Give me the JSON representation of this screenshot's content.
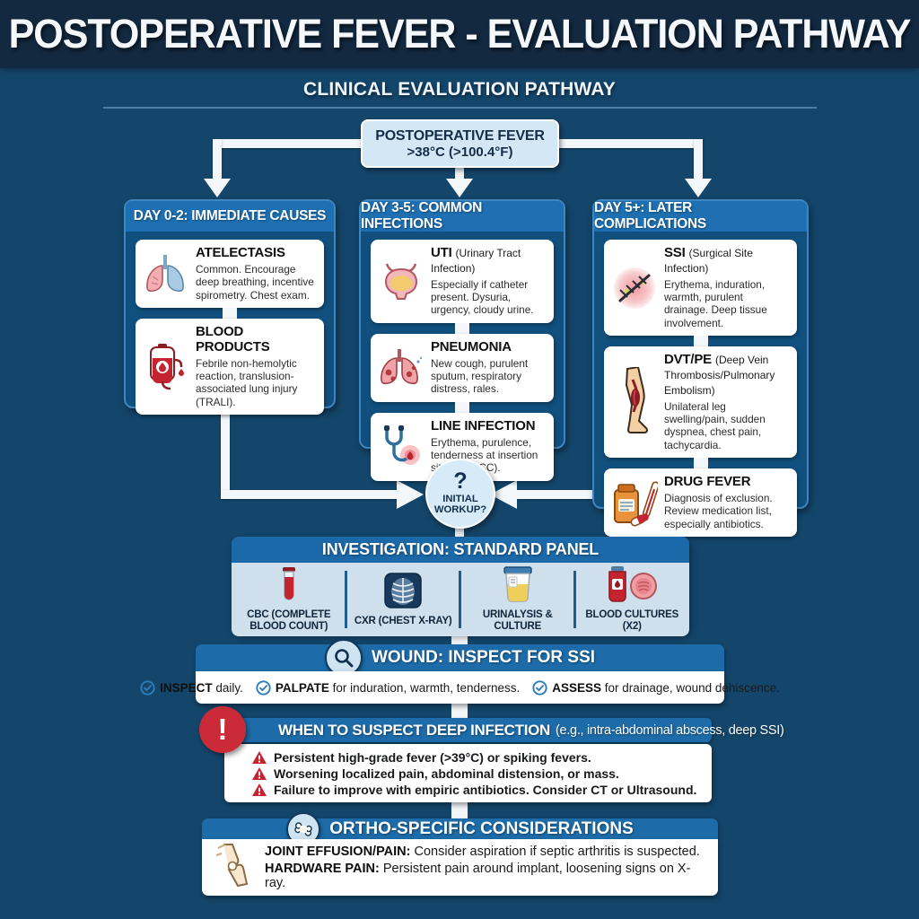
{
  "header": {
    "title": "POSTOPERATIVE FEVER - EVALUATION PATHWAY",
    "subtitle": "CLINICAL EVALUATION PATHWAY"
  },
  "start_node": {
    "title": "POSTOPERATIVE FEVER",
    "criteria": ">38°C (>100.4°F)"
  },
  "columns": [
    {
      "header": "DAY 0-2: IMMEDIATE CAUSES",
      "cards": [
        {
          "icon": "lungs-icon",
          "title": "ATELECTASIS",
          "title_suffix": "",
          "body": "Common. Encourage deep breathing, incentive spirometry. Chest exam."
        },
        {
          "icon": "blood-bag-icon",
          "title": "BLOOD PRODUCTS",
          "title_suffix": "",
          "body": "Febrile non-hemolytic reaction, translusion-associated lung injury (TRALI)."
        }
      ]
    },
    {
      "header": "DAY 3-5: COMMON INFECTIONS",
      "cards": [
        {
          "icon": "bladder-icon",
          "title": "UTI",
          "title_suffix": "(Urinary Tract Infection)",
          "body": "Especially if catheter present. Dysuria, urgency, cloudy urine."
        },
        {
          "icon": "infected-lungs-icon",
          "title": "PNEUMONIA",
          "title_suffix": "",
          "body": "New cough, purulent sputum, respiratory distress, rales."
        },
        {
          "icon": "iv-line-icon",
          "title": "LINE INFECTION",
          "title_suffix": "",
          "body": "Erythema, purulence, tenderness at insertion site (IV, PICC)."
        }
      ]
    },
    {
      "header": "DAY 5+: LATER COMPLICATIONS",
      "cards": [
        {
          "icon": "surgical-wound-icon",
          "title": "SSI",
          "title_suffix": "(Surgical Site Infection)",
          "body": "Erythema, induration, warmth, purulent drainage. Deep tissue involvement."
        },
        {
          "icon": "leg-dvt-icon",
          "title": "DVT/PE",
          "title_suffix": "(Deep Vein Thrombosis/Pulmonary Embolism)",
          "body": "Unilateral leg swelling/pain, sudden dyspnea, chest pain, tachycardia."
        },
        {
          "icon": "medication-thermometer-icon",
          "title": "DRUG FEVER",
          "title_suffix": "",
          "body": "Diagnosis of exclusion. Review medication list, especially antibiotics."
        }
      ]
    }
  ],
  "decision_node": {
    "symbol": "?",
    "label": "INITIAL WORKUP?"
  },
  "investigation": {
    "header": "INVESTIGATION: STANDARD PANEL",
    "items": [
      {
        "icon": "test-tube-icon",
        "label": "CBC (COMPLETE BLOOD COUNT)"
      },
      {
        "icon": "chest-xray-icon",
        "label": "CXR (CHEST X-RAY)"
      },
      {
        "icon": "urine-cup-icon",
        "label": "URINALYSIS & CULTURE"
      },
      {
        "icon": "blood-culture-icon",
        "label": "BLOOD CULTURES (X2)"
      }
    ]
  },
  "wound": {
    "header": "WOUND: INSPECT FOR SSI",
    "header_icon": "magnifier-icon",
    "checks": [
      {
        "bold": "INSPECT",
        "text": "daily."
      },
      {
        "bold": "PALPATE",
        "text": "for induration, warmth, tenderness."
      },
      {
        "bold": "ASSESS",
        "text": "for drainage, wound dehiscence."
      }
    ]
  },
  "deep_infection": {
    "header": "WHEN TO SUSPECT DEEP INFECTION",
    "header_note": "(e.g., intra-abdominal abscess, deep SSI)",
    "header_icon": "exclamation-circle-icon",
    "warnings": [
      "Persistent high-grade fever (>39°C) or spiking fevers.",
      "Worsening localized pain, abdominal distension, or mass.",
      "Failure to improve with empiric antibiotics. Consider CT or Ultrasound."
    ]
  },
  "ortho": {
    "header": "ORTHO-SPECIFIC CONSIDERATIONS",
    "header_icon": "bone-icon",
    "body_icon": "knee-joint-icon",
    "items": [
      {
        "bold": "JOINT EFFUSION/PAIN:",
        "text": "Consider aspiration if septic arthritis is suspected."
      },
      {
        "bold": "HARDWARE PAIN:",
        "text": "Persistent pain around implant, loosening signs on X-ray."
      }
    ]
  },
  "colors": {
    "background": "#14466b",
    "header_band": "#132940",
    "panel_fill": "#11507e",
    "panel_border": "#3f86c0",
    "column_header": "#1e70b3",
    "section_header": "#1d6ca9",
    "light_box": "#d3e7f4",
    "invest_body": "#cfe0ec",
    "connector": "#f3f7fa",
    "alert_red": "#cb2b39"
  }
}
